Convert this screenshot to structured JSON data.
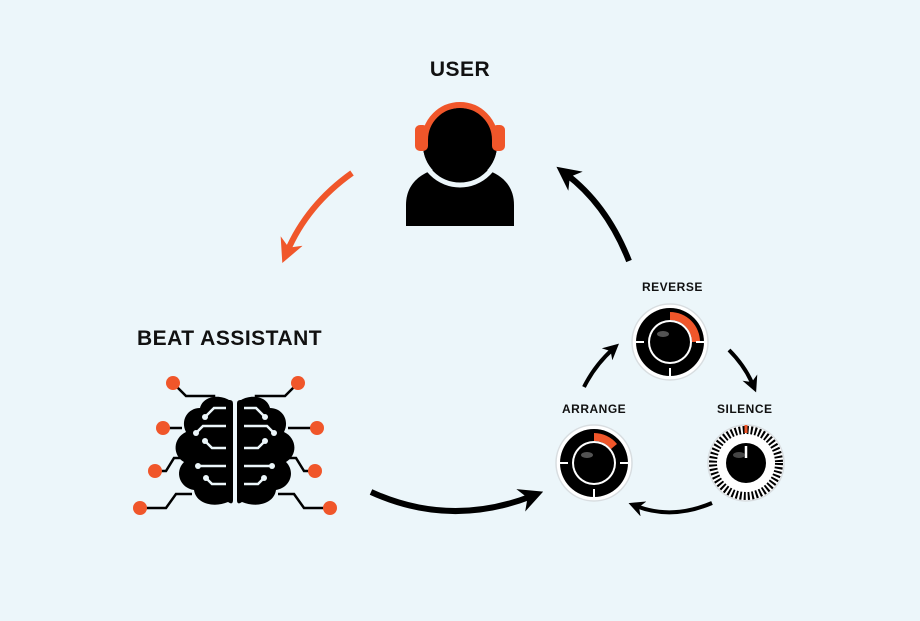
{
  "labels": {
    "user": "USER",
    "beat_assistant": "BEAT ASSISTANT",
    "reverse": "REVERSE",
    "arrange": "ARRANGE",
    "silence": "SILENCE"
  },
  "colors": {
    "background": "#ecf6fa",
    "accent": "#f0562a",
    "ink": "#000000"
  },
  "icons": [
    "user-icon",
    "headphones-icon",
    "brain-circuit-icon",
    "reverse-knob-icon",
    "arrange-knob-icon",
    "silence-knob-icon"
  ]
}
